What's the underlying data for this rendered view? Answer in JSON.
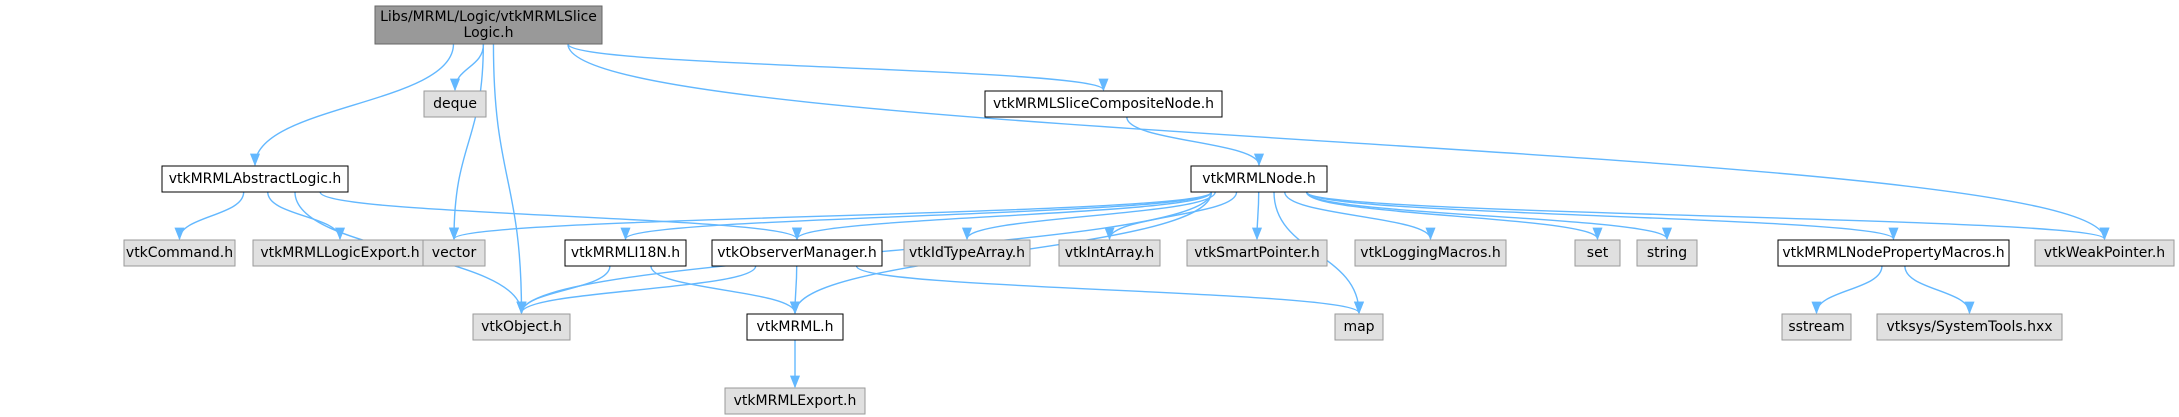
{
  "colors": {
    "edge": "#63b8ff",
    "root_fill": "#999999",
    "root_stroke": "#666666",
    "normal_fill": "#ffffff",
    "normal_stroke": "#000000",
    "external_fill": "#e0e0e0",
    "external_stroke": "#999999"
  },
  "nodes": [
    {
      "id": "root",
      "lines": [
        "Libs/MRML/Logic/vtkMRMLSlice",
        "Logic.h"
      ],
      "style": "root"
    },
    {
      "id": "deque",
      "lines": [
        "deque"
      ],
      "style": "external"
    },
    {
      "id": "vtkMRMLSliceCompositeNode",
      "lines": [
        "vtkMRMLSliceCompositeNode.h"
      ],
      "style": "normal"
    },
    {
      "id": "vtkMRMLAbstractLogic",
      "lines": [
        "vtkMRMLAbstractLogic.h"
      ],
      "style": "normal"
    },
    {
      "id": "vtkMRMLNode",
      "lines": [
        "vtkMRMLNode.h"
      ],
      "style": "normal"
    },
    {
      "id": "vtkCommand",
      "lines": [
        "vtkCommand.h"
      ],
      "style": "external"
    },
    {
      "id": "vtkMRMLLogicExport",
      "lines": [
        "vtkMRMLLogicExport.h"
      ],
      "style": "external"
    },
    {
      "id": "vector",
      "lines": [
        "vector"
      ],
      "style": "external"
    },
    {
      "id": "vtkMRMLI18N",
      "lines": [
        "vtkMRMLI18N.h"
      ],
      "style": "normal"
    },
    {
      "id": "vtkObserverManager",
      "lines": [
        "vtkObserverManager.h"
      ],
      "style": "normal"
    },
    {
      "id": "vtkIdTypeArray",
      "lines": [
        "vtkIdTypeArray.h"
      ],
      "style": "external"
    },
    {
      "id": "vtkIntArray",
      "lines": [
        "vtkIntArray.h"
      ],
      "style": "external"
    },
    {
      "id": "vtkSmartPointer",
      "lines": [
        "vtkSmartPointer.h"
      ],
      "style": "external"
    },
    {
      "id": "vtkLoggingMacros",
      "lines": [
        "vtkLoggingMacros.h"
      ],
      "style": "external"
    },
    {
      "id": "set",
      "lines": [
        "set"
      ],
      "style": "external"
    },
    {
      "id": "string",
      "lines": [
        "string"
      ],
      "style": "external"
    },
    {
      "id": "vtkMRMLNodePropertyMacros",
      "lines": [
        "vtkMRMLNodePropertyMacros.h"
      ],
      "style": "normal"
    },
    {
      "id": "vtkWeakPointer",
      "lines": [
        "vtkWeakPointer.h"
      ],
      "style": "external"
    },
    {
      "id": "vtkObject",
      "lines": [
        "vtkObject.h"
      ],
      "style": "external"
    },
    {
      "id": "vtkMRML",
      "lines": [
        "vtkMRML.h"
      ],
      "style": "normal"
    },
    {
      "id": "map",
      "lines": [
        "map"
      ],
      "style": "external"
    },
    {
      "id": "sstream",
      "lines": [
        "sstream"
      ],
      "style": "external"
    },
    {
      "id": "vtksysSystemTools",
      "lines": [
        "vtksys/SystemTools.hxx"
      ],
      "style": "external"
    },
    {
      "id": "vtkMRMLExport",
      "lines": [
        "vtkMRMLExport.h"
      ],
      "style": "external"
    }
  ],
  "edges": [
    {
      "from": "root",
      "to": "vtkMRMLAbstractLogic"
    },
    {
      "from": "root",
      "to": "vtkObject"
    },
    {
      "from": "root",
      "to": "deque"
    },
    {
      "from": "root",
      "to": "vector"
    },
    {
      "from": "root",
      "to": "vtkMRMLSliceCompositeNode"
    },
    {
      "from": "root",
      "to": "vtkWeakPointer"
    },
    {
      "from": "vtkMRMLSliceCompositeNode",
      "to": "vtkMRMLNode"
    },
    {
      "from": "vtkMRMLAbstractLogic",
      "to": "vtkObject"
    },
    {
      "from": "vtkMRMLAbstractLogic",
      "to": "vtkCommand"
    },
    {
      "from": "vtkMRMLAbstractLogic",
      "to": "vtkMRMLLogicExport"
    },
    {
      "from": "vtkMRMLAbstractLogic",
      "to": "vtkObserverManager"
    },
    {
      "from": "vtkMRMLNode",
      "to": "vtkObject"
    },
    {
      "from": "vtkMRMLNode",
      "to": "vector"
    },
    {
      "from": "vtkMRMLNode",
      "to": "vtkMRMLI18N"
    },
    {
      "from": "vtkMRMLNode",
      "to": "vtkObserverManager"
    },
    {
      "from": "vtkMRMLNode",
      "to": "vtkIdTypeArray"
    },
    {
      "from": "vtkMRMLNode",
      "to": "vtkIntArray"
    },
    {
      "from": "vtkMRMLNode",
      "to": "vtkSmartPointer"
    },
    {
      "from": "vtkMRMLNode",
      "to": "vtkLoggingMacros"
    },
    {
      "from": "vtkMRMLNode",
      "to": "set"
    },
    {
      "from": "vtkMRMLNode",
      "to": "string"
    },
    {
      "from": "vtkMRMLNode",
      "to": "vtkMRMLNodePropertyMacros"
    },
    {
      "from": "vtkMRMLNode",
      "to": "vtkWeakPointer"
    },
    {
      "from": "vtkMRMLNode",
      "to": "vtkMRML"
    },
    {
      "from": "vtkMRMLNode",
      "to": "map"
    },
    {
      "from": "vtkMRMLI18N",
      "to": "vtkObject"
    },
    {
      "from": "vtkMRMLI18N",
      "to": "vtkMRML"
    },
    {
      "from": "vtkObserverManager",
      "to": "vtkObject"
    },
    {
      "from": "vtkObserverManager",
      "to": "vtkMRML"
    },
    {
      "from": "vtkObserverManager",
      "to": "map"
    },
    {
      "from": "vtkMRML",
      "to": "vtkMRMLExport"
    },
    {
      "from": "vtkMRMLNodePropertyMacros",
      "to": "sstream"
    },
    {
      "from": "vtkMRMLNodePropertyMacros",
      "to": "vtksysSystemTools"
    }
  ]
}
